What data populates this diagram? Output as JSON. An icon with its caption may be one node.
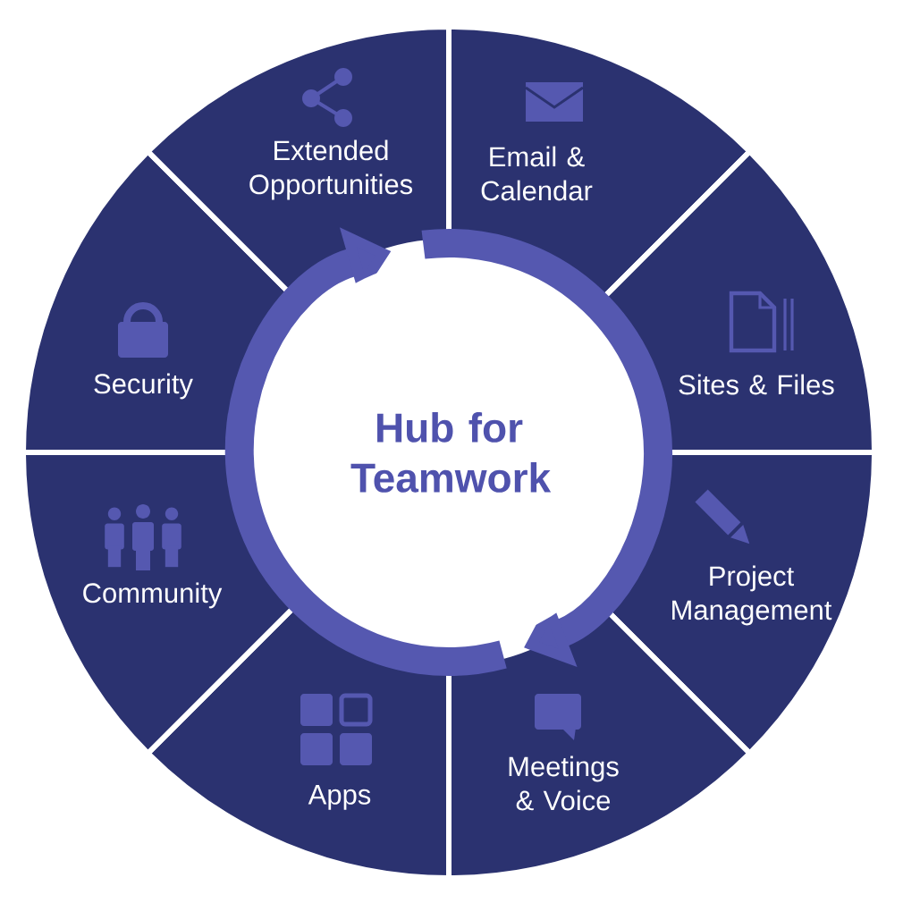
{
  "diagram": {
    "nodes": [
      {
        "text": [
          "Hub for Teamwork"
        ]
      },
      {
        "text": [
          "Email & Calendar"
        ]
      },
      {
        "text": [
          "Sites & Files"
        ]
      },
      {
        "text": [
          "Project Management"
        ]
      },
      {
        "text": [
          "Meetings & Voice"
        ]
      },
      {
        "text": [
          "Apps"
        ]
      },
      {
        "text": [
          "Community"
        ]
      },
      {
        "text": [
          "Security"
        ]
      },
      {
        "text": [
          "Extended Opportunities"
        ]
      }
    ]
  }
}
